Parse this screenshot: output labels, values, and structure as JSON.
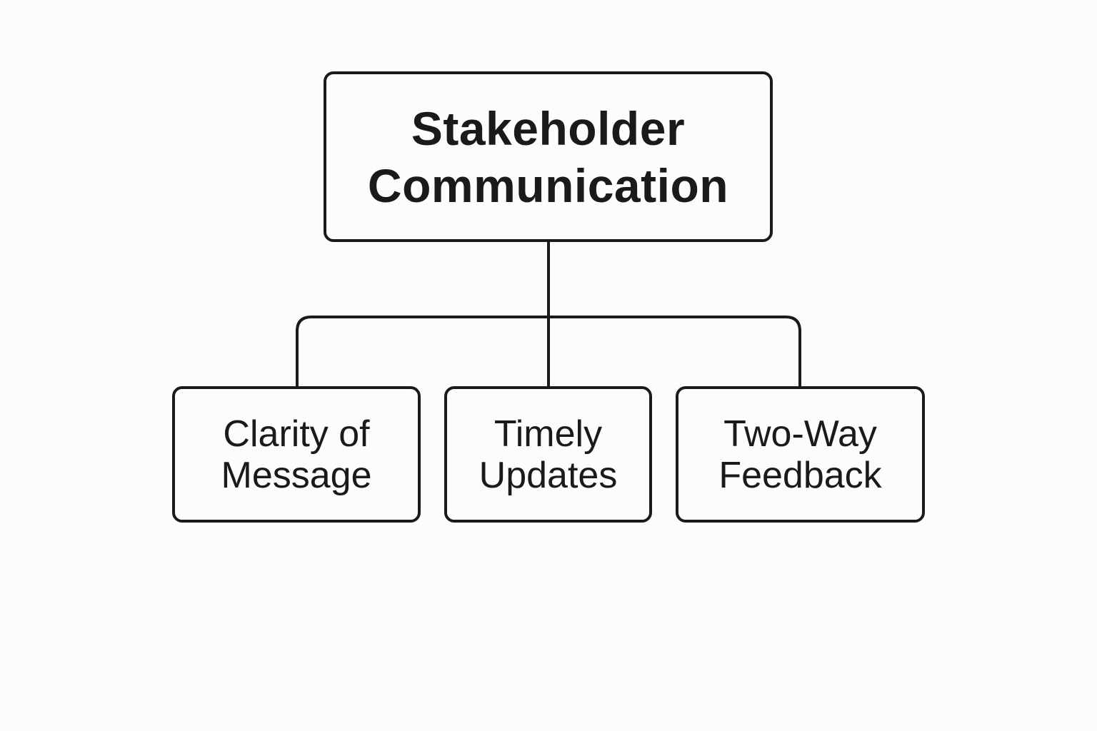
{
  "root": {
    "line1": "Stakeholder",
    "line2": "Communication"
  },
  "children": [
    {
      "line1": "Clarity of",
      "line2": "Message"
    },
    {
      "line1": "Timely",
      "line2": "Updates"
    },
    {
      "line1": "Two-Way",
      "line2": "Feedback"
    }
  ],
  "colors": {
    "stroke": "#1a1a1a",
    "background": "#fcfcfa"
  }
}
